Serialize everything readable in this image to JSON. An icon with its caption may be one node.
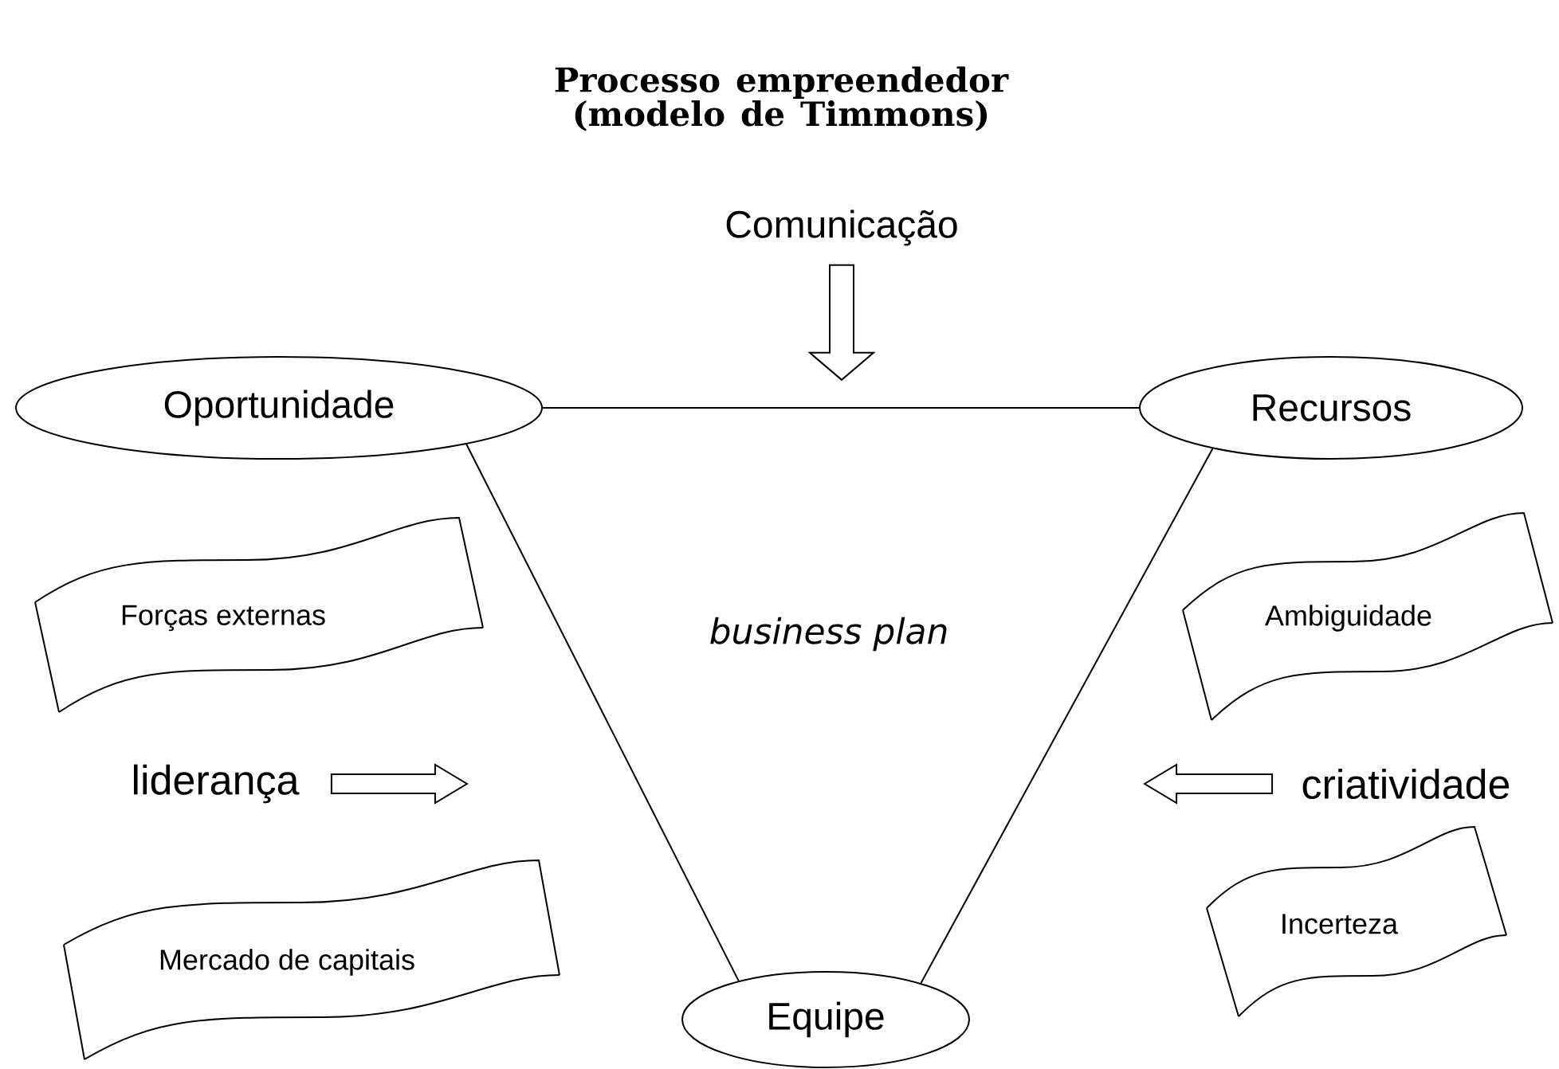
{
  "diagram": {
    "title": "Processo empreendedor (modelo de Timmons)",
    "nodes": [
      {
        "text": [
          "Comunicação"
        ]
      },
      {
        "text": [
          "Oportunidade"
        ]
      },
      {
        "text": [
          "Recursos"
        ]
      },
      {
        "text": [
          "Forças externas"
        ]
      },
      {
        "text": [
          "Ambiguidade"
        ]
      },
      {
        "text": [
          "liderança"
        ]
      },
      {
        "text": [
          "criatividade"
        ]
      },
      {
        "text": [
          "Mercado de capitais"
        ]
      },
      {
        "text": [
          "Incerteza"
        ]
      },
      {
        "text": [
          "Equipe"
        ]
      }
    ],
    "edges": [
      {
        "from": 1,
        "to": 2,
        "arrow": "none"
      },
      {
        "from": 1,
        "to": 9,
        "arrow": "none"
      },
      {
        "from": 2,
        "to": 9,
        "arrow": "none"
      },
      {
        "from": 0,
        "to": null,
        "arrow": "to"
      },
      {
        "from": 5,
        "to": null,
        "arrow": "to"
      },
      {
        "from": 6,
        "to": null,
        "arrow": "to"
      }
    ],
    "labels": [
      "business plan"
    ]
  }
}
